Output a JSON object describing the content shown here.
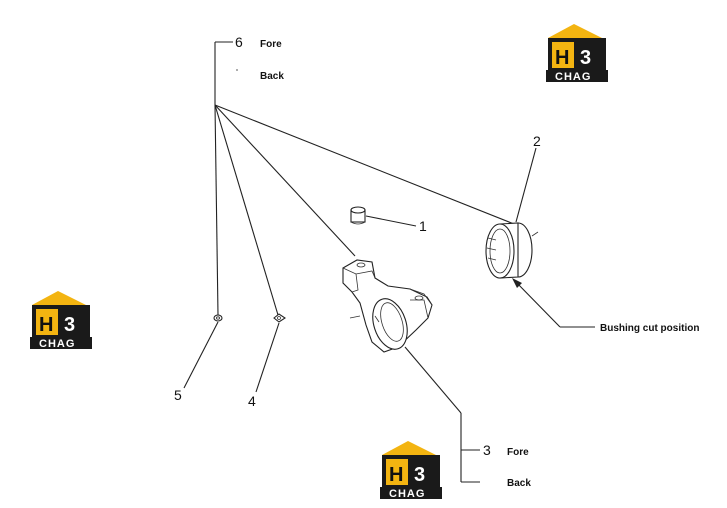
{
  "callouts": {
    "c1": "1",
    "c2": "2",
    "c3": "3",
    "c4": "4",
    "c5": "5",
    "c6": "6"
  },
  "labels": {
    "fore_6": "Fore",
    "back_6": "Back",
    "fore_3": "Fore",
    "back_3": "Back",
    "bushing": "Bushing cut  position"
  },
  "logo": {
    "mark_h": "H",
    "mark_3": "3",
    "brand": "CHAG",
    "colors": {
      "roof": "#f3b411",
      "body": "#1a1a1a",
      "text": "#ffffff"
    }
  }
}
